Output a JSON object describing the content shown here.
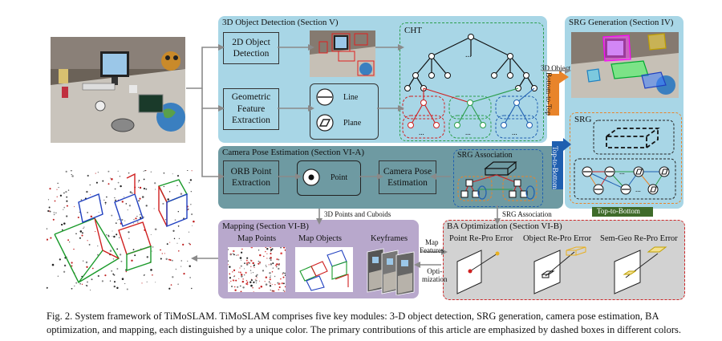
{
  "detection": {
    "title": "3D Object Detection (Section V)",
    "box_2d": "2D Object\nDetection",
    "box_geo": "Geometric\nFeature\nExtraction",
    "line_label": "Line",
    "plane_label": "Plane",
    "cht_label": "CHT",
    "cht_dots": "..."
  },
  "srg_gen": {
    "title": "SRG Generation (Section IV)",
    "srg_label": "SRG",
    "arrow_3d_object": "3D Object",
    "bottom_to_top": "Bottom-to-Top",
    "top_to_bottom_v": "Top-to-Bottom",
    "top_to_bottom_h": "Top-to-Bottom"
  },
  "camera": {
    "title": "Camera Pose Estimation (Section VI-A)",
    "box_orb": "ORB Point\nExtraction",
    "point_label": "Point",
    "box_pose": "Camera Pose\nEstimation",
    "srg_assoc_title": "SRG Association"
  },
  "mapping": {
    "title": "Mapping (Section VI-B)",
    "map_points": "Map Points",
    "map_objects": "Map Objects",
    "keyframes": "Keyframes",
    "arrow_label": "3D Points and Cuboids"
  },
  "ba": {
    "title": "BA Optimization (Section VI-B)",
    "point_err": "Point Re-Pro Error",
    "object_err": "Object Re-Pro Error",
    "semgeo_err": "Sem-Geo Re-Pro Error",
    "srg_assoc_arrow": "SRG Association",
    "map_features": "Map\nFeatures",
    "optimization": "Opti-\nmization"
  },
  "caption": "Fig. 2.   System framework of TiMoSLAM. TiMoSLAM comprises five key modules: 3-D object detection, SRG generation, camera pose estimation, BA optimization, and mapping, each distinguished by a unique color. The primary contributions of this article are emphasized by dashed boxes in different colors.",
  "colors": {
    "detection_bg": "#a8d6e6",
    "srg_bg": "#a8d6e6",
    "camera_bg": "#6e9aa2",
    "mapping_bg": "#b8a8cc",
    "ba_bg": "#d2d2d2",
    "cht_dash": "#2a9d4a",
    "srg_dash": "#e8842a",
    "assoc_dash": "#1f5fb0",
    "ba_dash": "#d0282a",
    "bottom_top_arrow": "#e8842a",
    "top_bottom_arrow": "#1f5fb0",
    "top_bottom_green": "#3f6b2a"
  }
}
